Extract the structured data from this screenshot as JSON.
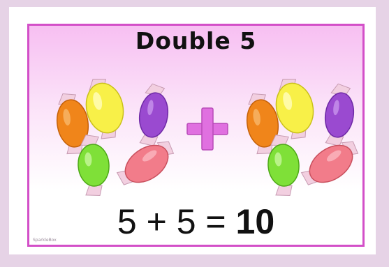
{
  "title": "Double 5",
  "equation": {
    "left": "5",
    "operator": "+",
    "right": "5",
    "equals": "=",
    "result": "10"
  },
  "credit": "SparkleBox",
  "colors": {
    "frame": "#d34fc8",
    "plus": "#e070e0",
    "page_bg": "#e6d3e6"
  }
}
